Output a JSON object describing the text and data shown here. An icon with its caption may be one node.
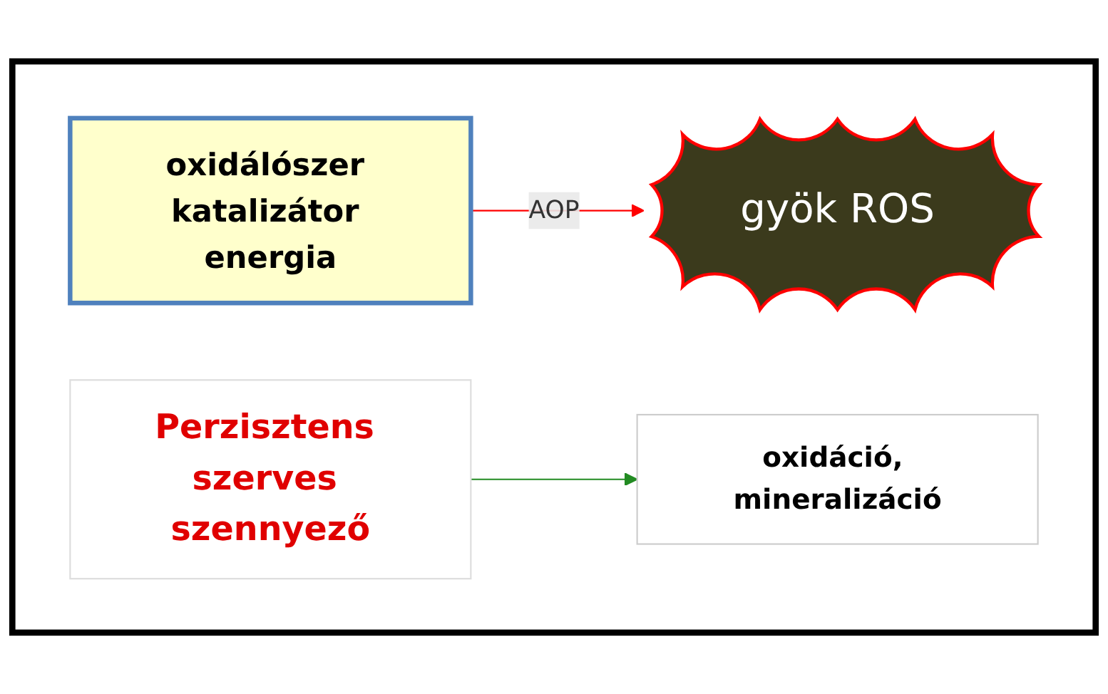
{
  "diagram": {
    "nodes": [
      {
        "text": [],
        "shape": "box"
      },
      {
        "text": [
          "Perzisztens szerves szennyező"
        ],
        "in": 0
      },
      {
        "text": [
          "oxidálószer katalizátor energia"
        ],
        "in": 0
      },
      {
        "text": [
          "gyök ROS"
        ],
        "in": 0
      },
      {
        "text": [
          "oxidáció, mineralizáció"
        ],
        "in": 0
      }
    ],
    "edges": [
      {
        "from": 2,
        "to": 3,
        "arrow": "to",
        "label": "AOP",
        "color": "#ff0000"
      },
      {
        "from": 1,
        "to": 4,
        "arrow": "to",
        "color": "#228b22"
      }
    ]
  }
}
